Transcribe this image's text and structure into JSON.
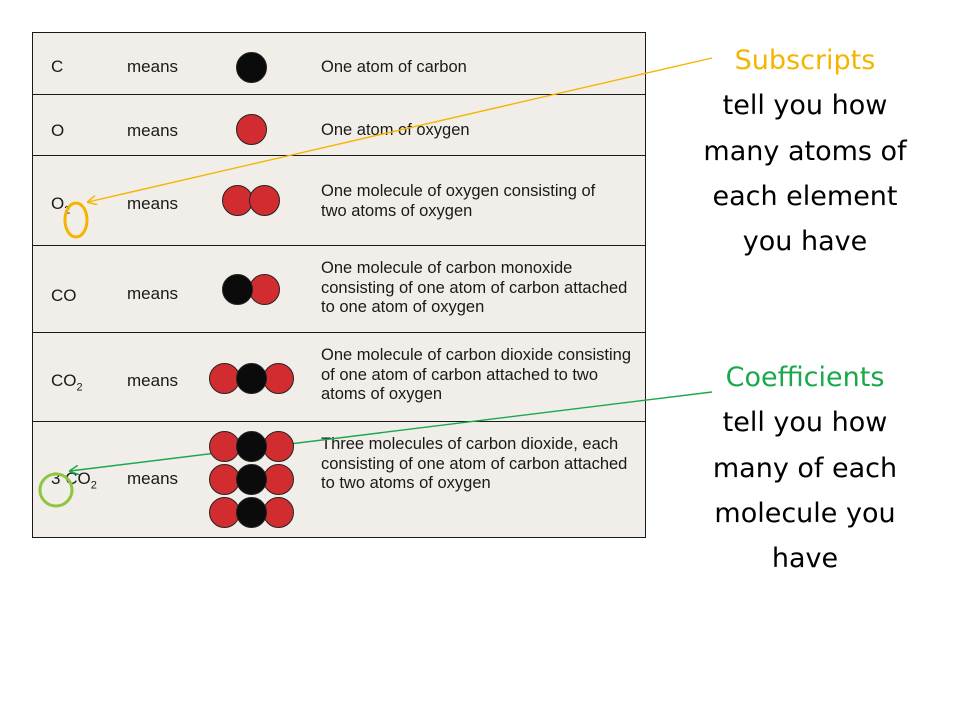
{
  "table": {
    "rows": [
      {
        "formula": "C",
        "means": "means",
        "description": "One atom of carbon",
        "atoms": [
          [
            "c"
          ]
        ]
      },
      {
        "formula": "O",
        "means": "means",
        "description": "One atom of oxygen",
        "atoms": [
          [
            "o"
          ]
        ]
      },
      {
        "formula": "O",
        "subscript": "2",
        "means": "means",
        "description": "One molecule of oxygen consisting of two atoms of oxygen",
        "atoms": [
          [
            "o",
            "o"
          ]
        ]
      },
      {
        "formula": "CO",
        "means": "means",
        "description": "One molecule of carbon monoxide consisting of one atom of carbon attached to one atom of oxygen",
        "atoms": [
          [
            "c",
            "o"
          ]
        ]
      },
      {
        "formula": "CO",
        "subscript": "2",
        "means": "means",
        "description": "One molecule of carbon dioxide consisting of one atom of carbon attached to two atoms of oxygen",
        "atoms": [
          [
            "o",
            "c",
            "o"
          ]
        ]
      },
      {
        "coefficient": "3",
        "formula": "CO",
        "subscript": "2",
        "means": "means",
        "description": "Three molecules of carbon dioxide, each consisting of one atom of carbon attached to two atoms of oxygen",
        "atoms": [
          [
            "o",
            "c",
            "o"
          ],
          [
            "o",
            "c",
            "o"
          ],
          [
            "o",
            "c",
            "o"
          ]
        ]
      }
    ]
  },
  "annotations": {
    "subscripts": {
      "keyword": "Subscripts",
      "text": "tell you how many atoms of each element you have",
      "color": "#f5b400"
    },
    "coefficients": {
      "keyword": "Coefficients",
      "text": "tell you how many of each molecule you have",
      "color": "#1aa84c"
    }
  },
  "colors": {
    "carbon": "#0b0b0b",
    "oxygen": "#d12d30",
    "table_background": "#f1eee9"
  }
}
